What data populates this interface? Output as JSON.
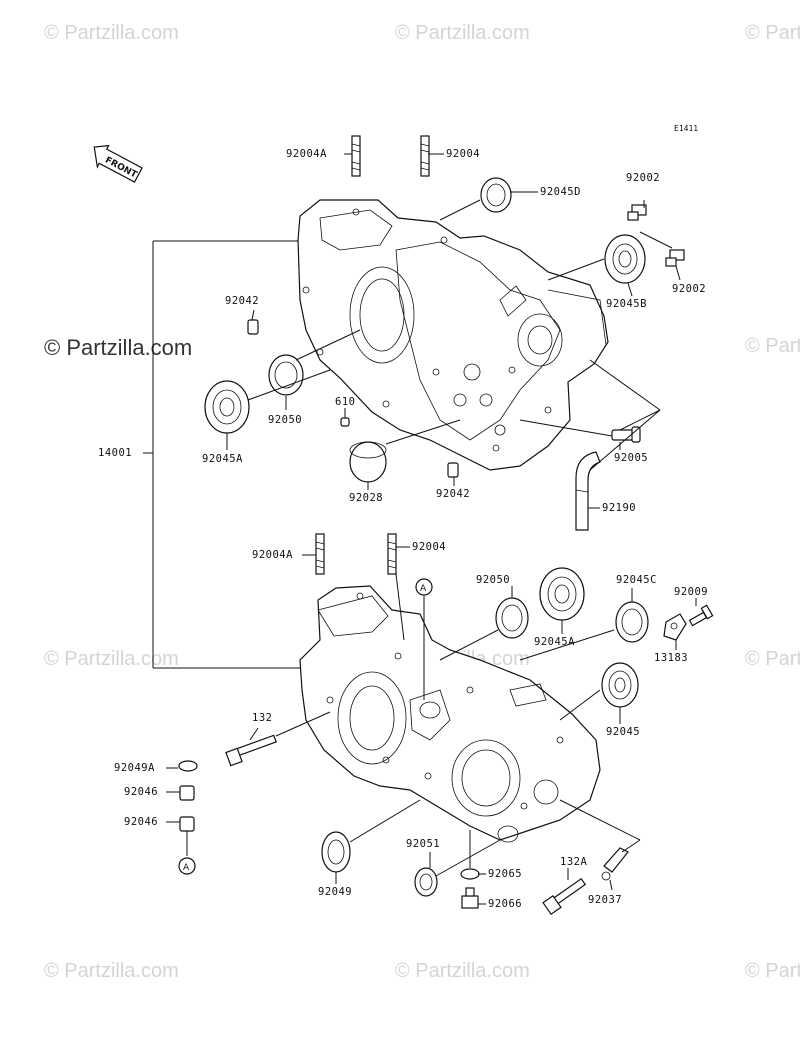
{
  "diagram": {
    "code": "E1411",
    "front_label": "FRONT",
    "callout_letter": "A",
    "part_numbers": {
      "p92004A_top": "92004A",
      "p92004_top": "92004",
      "p92045D": "92045D",
      "p92002_a": "92002",
      "p92002_b": "92002",
      "p92045B": "92045B",
      "p92042_a": "92042",
      "p92050_top": "92050",
      "p92045A_top": "92045A",
      "p610": "610",
      "p14001": "14001",
      "p92028": "92028",
      "p92042_b": "92042",
      "p92005": "92005",
      "p92190": "92190",
      "p92004A_bot": "92004A",
      "p92004_bot": "92004",
      "p92050_bot": "92050",
      "p92045C": "92045C",
      "p92009": "92009",
      "p92045A_bot": "92045A",
      "p13183": "13183",
      "p132": "132",
      "p92045": "92045",
      "p92049A": "92049A",
      "p92046_a": "92046",
      "p92046_b": "92046",
      "p92051": "92051",
      "p92065": "92065",
      "p132A": "132A",
      "p92049": "92049",
      "p92066": "92066",
      "p92037": "92037"
    }
  },
  "watermarks": {
    "brand": "© Partzilla.com"
  }
}
